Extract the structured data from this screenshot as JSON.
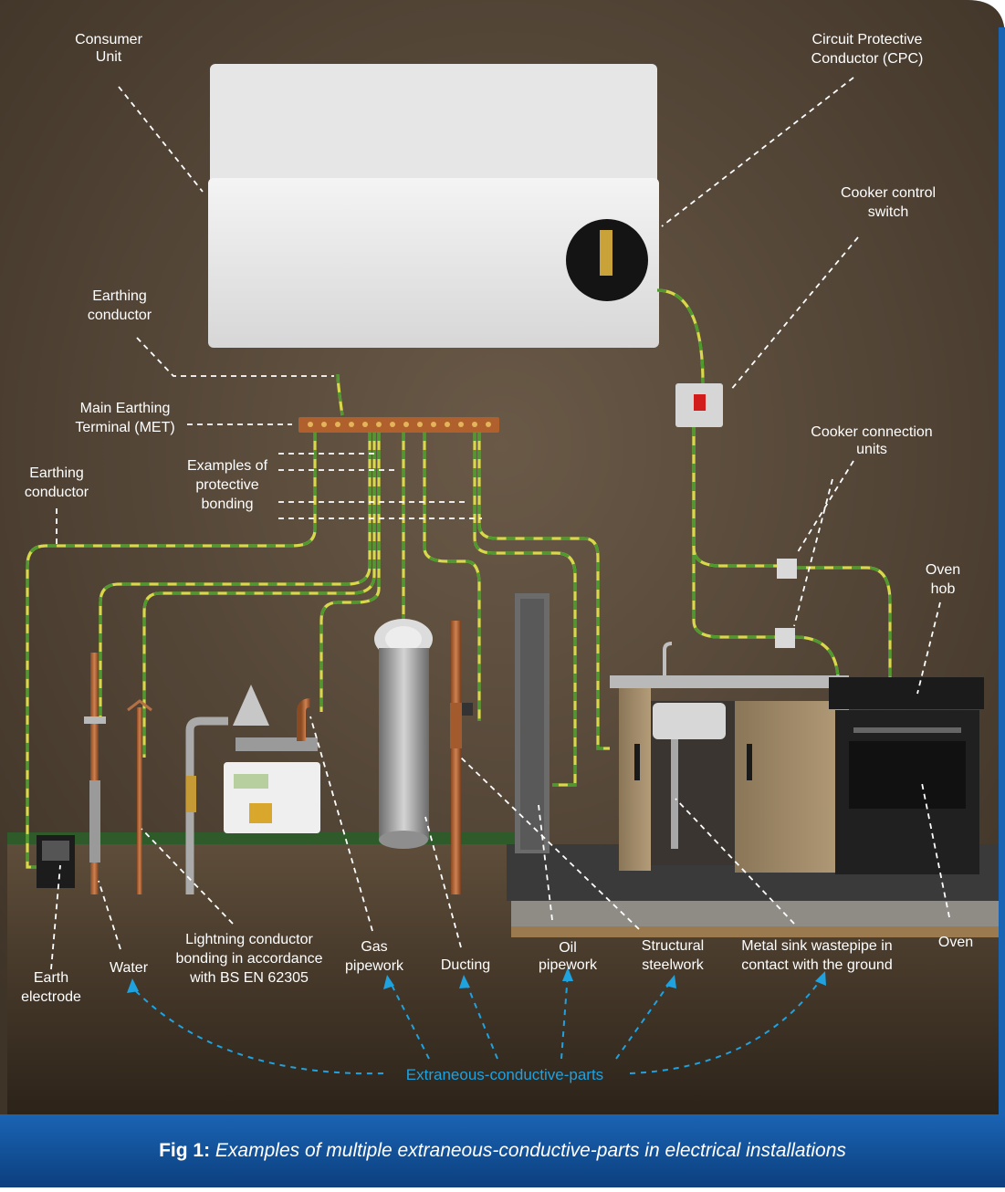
{
  "figure": {
    "caption_prefix": "Fig 1:",
    "caption_text": "Examples of multiple extraneous-conductive-parts in electrical installations"
  },
  "labels": {
    "consumer_unit": [
      "Consumer",
      "Unit"
    ],
    "cpc": [
      "Circuit Protective",
      "Conductor (CPC)"
    ],
    "cooker_control_switch": [
      "Cooker control",
      "switch"
    ],
    "earthing_conductor_top": [
      "Earthing",
      "conductor"
    ],
    "met": [
      "Main Earthing",
      "Terminal (MET)"
    ],
    "protective_bonding": [
      "Examples of",
      "protective",
      "bonding"
    ],
    "earthing_conductor_left": [
      "Earthing",
      "conductor"
    ],
    "cooker_connection_units": [
      "Cooker connection",
      "units"
    ],
    "oven_hob": [
      "Oven",
      "hob"
    ],
    "earth_electrode": [
      "Earth",
      "electrode"
    ],
    "water": "Water",
    "lightning_conductor": [
      "Lightning conductor",
      "bonding in accordance",
      "with BS EN 62305"
    ],
    "gas_pipework": [
      "Gas",
      "pipework"
    ],
    "ducting": "Ducting",
    "oil_pipework": [
      "Oil",
      "pipework"
    ],
    "structural_steelwork": [
      "Structural",
      "steelwork"
    ],
    "metal_sink": [
      "Metal sink wastepipe in",
      "contact with the ground"
    ],
    "oven": "Oven",
    "extraneous": "Extraneous-conductive-parts"
  },
  "colors": {
    "wall": "#5a4b3b",
    "floor_soil": "#3d3124",
    "bonding_wire_yellow": "#d8d84a",
    "bonding_wire_green": "#4f9a2e",
    "accent_blue": "#1fa2e0",
    "caption_bar": "#1a64b4"
  }
}
